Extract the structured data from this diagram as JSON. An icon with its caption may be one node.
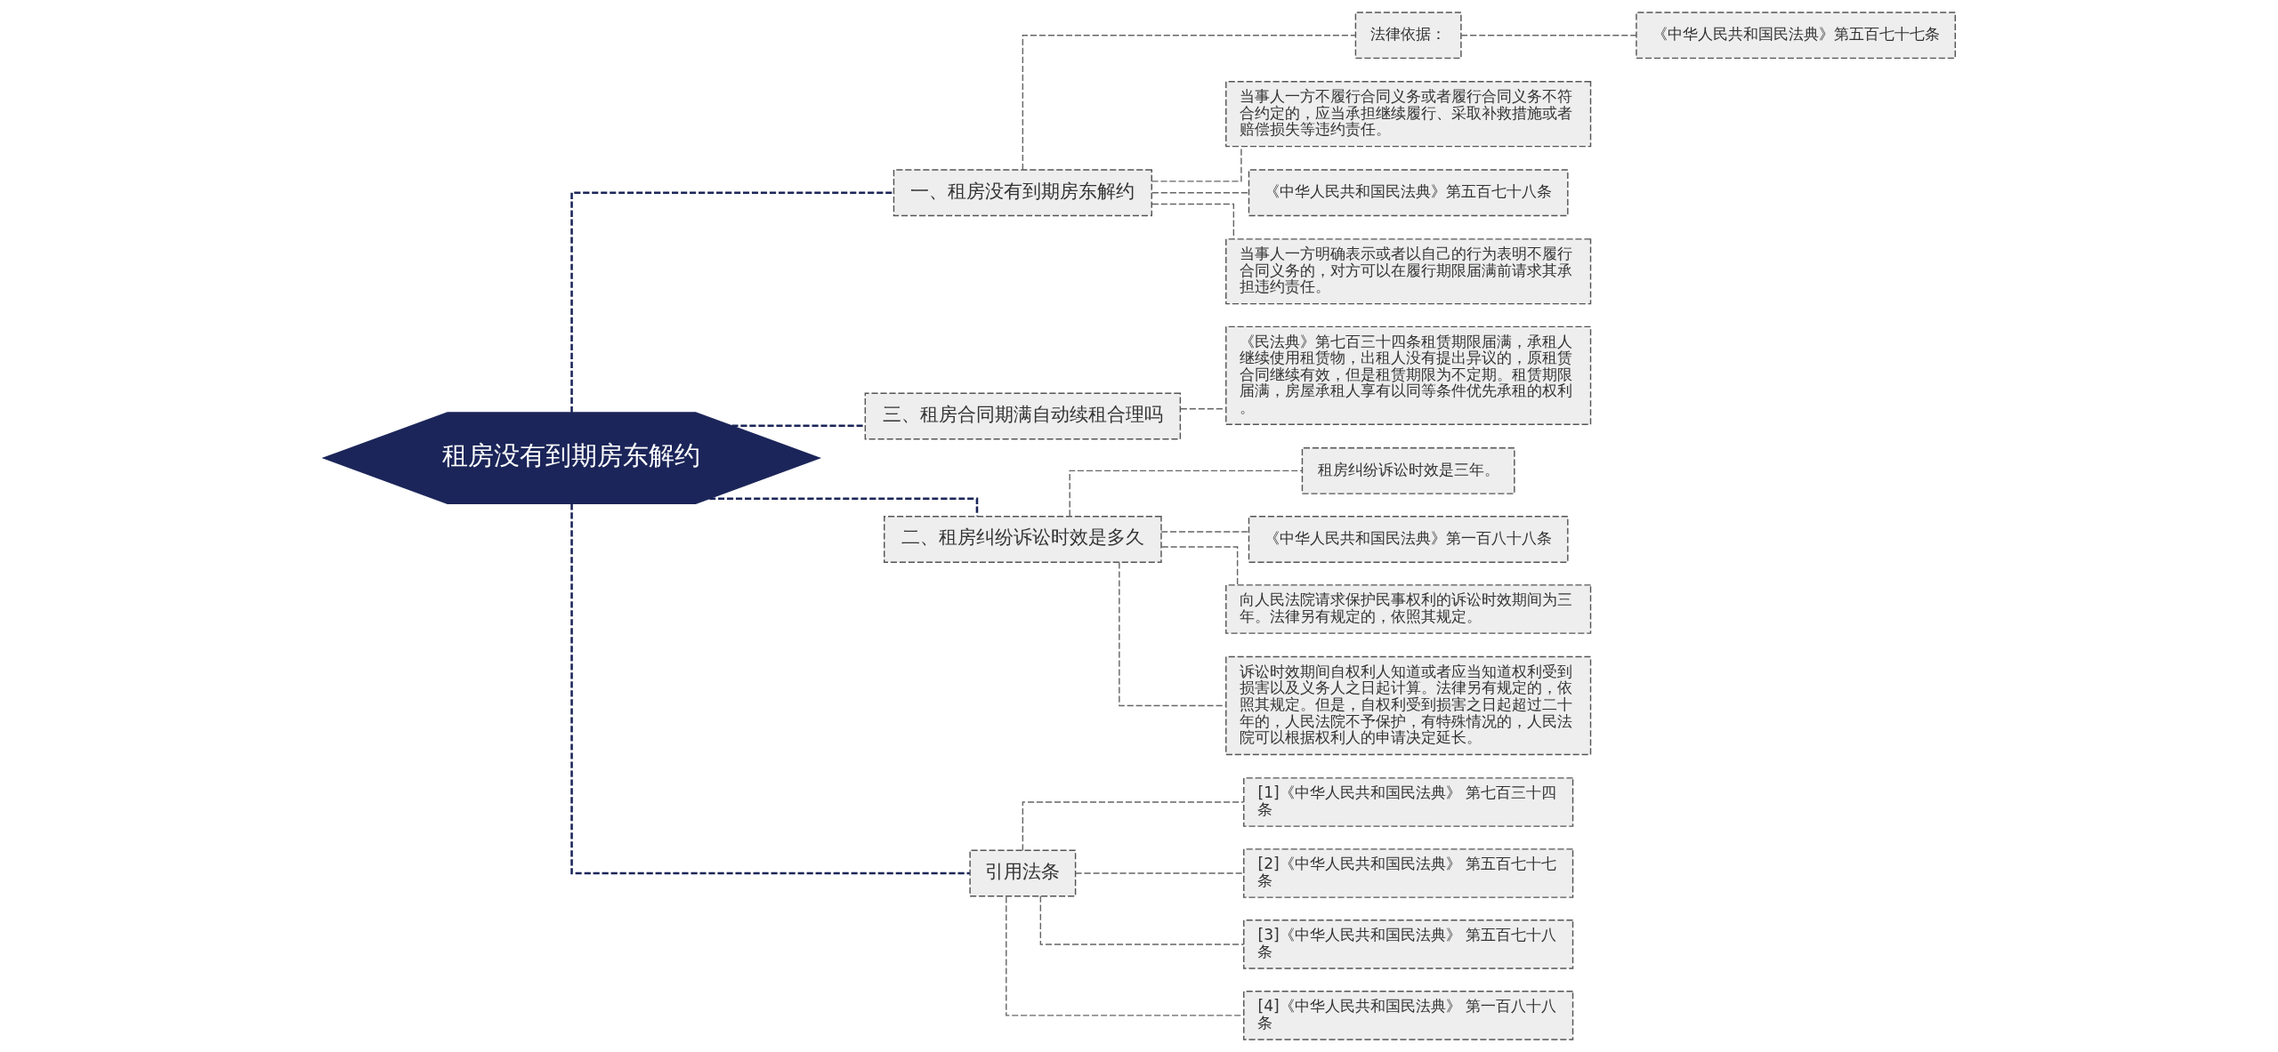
{
  "diagram": {
    "nodes": [
      {
        "text": [
          "租房没有到期房东解约"
        ]
      },
      {
        "text": [
          "一、租房没有到期房东解约"
        ]
      },
      {
        "text": [
          "法律依据："
        ]
      },
      {
        "text": [
          "《中华人民共和国民法典》第五百七十七条"
        ]
      },
      {
        "text": [
          "当事人一方不履行合同义务或者履行合同义务不符合约定的，应当承担继续履行、采取补救措施或者赔偿损失等违约责任。"
        ]
      },
      {
        "text": [
          "《中华人民共和国民法典》第五百七十八条"
        ]
      },
      {
        "text": [
          "当事人一方明确表示或者以自己的行为表明不履行合同义务的，对方可以在履行期限届满前请求其承担违约责任。"
        ]
      },
      {
        "text": [
          "三、租房合同期满自动续租合理吗"
        ]
      },
      {
        "text": [
          "《民法典》第七百三十四条租赁期限届满，承租人继续使用租赁物，出租人没有提出异议的，原租赁合同继续有效，但是租赁期限为不定期。租赁期限届满，房屋承租人享有以同等条件优先承租的权利。"
        ]
      },
      {
        "text": [
          "二、租房纠纷诉讼时效是多久"
        ]
      },
      {
        "text": [
          "租房纠纷诉讼时效是三年。"
        ]
      },
      {
        "text": [
          "《中华人民共和国民法典》第一百八十八条"
        ]
      },
      {
        "text": [
          "向人民法院请求保护民事权利的诉讼时效期间为三年。法律另有规定的，依照其规定。"
        ]
      },
      {
        "text": [
          "诉讼时效期间自权利人知道或者应当知道权利受到损害以及义务人之日起计算。法律另有规定的，依照其规定。但是，自权利受到损害之日起超过二十年的，人民法院不予保护，有特殊情况的，人民法院可以根据权利人的申请决定延长。"
        ]
      },
      {
        "text": [
          "引用法条"
        ]
      },
      {
        "text": [
          "[1]《中华人民共和国民法典》 第七百三十四条"
        ]
      },
      {
        "text": [
          "[2]《中华人民共和国民法典》 第五百七十七条"
        ]
      },
      {
        "text": [
          "[3]《中华人民共和国民法典》 第五百七十八条"
        ]
      },
      {
        "text": [
          "[4]《中华人民共和国民法典》 第一百八十八条"
        ]
      }
    ],
    "edges": [
      {
        "from": 0,
        "to": 1,
        "arrow": "none",
        "style": "dashed",
        "color": "#1b2559"
      },
      {
        "from": 1,
        "to": 2,
        "arrow": "none",
        "style": "dashed"
      },
      {
        "from": 2,
        "to": 3,
        "arrow": "none",
        "style": "dashed"
      },
      {
        "from": 1,
        "to": 4,
        "arrow": "none",
        "style": "dashed"
      },
      {
        "from": 1,
        "to": 5,
        "arrow": "none",
        "style": "dashed"
      },
      {
        "from": 1,
        "to": 6,
        "arrow": "none",
        "style": "dashed"
      },
      {
        "from": 0,
        "to": 7,
        "arrow": "none",
        "style": "dashed",
        "color": "#1b2559"
      },
      {
        "from": 7,
        "to": 8,
        "arrow": "none",
        "style": "dashed"
      },
      {
        "from": 0,
        "to": 9,
        "arrow": "none",
        "style": "dashed",
        "color": "#1b2559"
      },
      {
        "from": 9,
        "to": 10,
        "arrow": "none",
        "style": "dashed"
      },
      {
        "from": 9,
        "to": 11,
        "arrow": "none",
        "style": "dashed"
      },
      {
        "from": 9,
        "to": 12,
        "arrow": "none",
        "style": "dashed"
      },
      {
        "from": 9,
        "to": 13,
        "arrow": "none",
        "style": "dashed"
      },
      {
        "from": 0,
        "to": 14,
        "arrow": "none",
        "style": "dashed",
        "color": "#1b2559"
      },
      {
        "from": 14,
        "to": 15,
        "arrow": "none",
        "style": "dashed"
      },
      {
        "from": 14,
        "to": 16,
        "arrow": "none",
        "style": "dashed"
      },
      {
        "from": 14,
        "to": 17,
        "arrow": "none",
        "style": "dashed"
      },
      {
        "from": 14,
        "to": 18,
        "arrow": "none",
        "style": "dashed"
      }
    ]
  }
}
